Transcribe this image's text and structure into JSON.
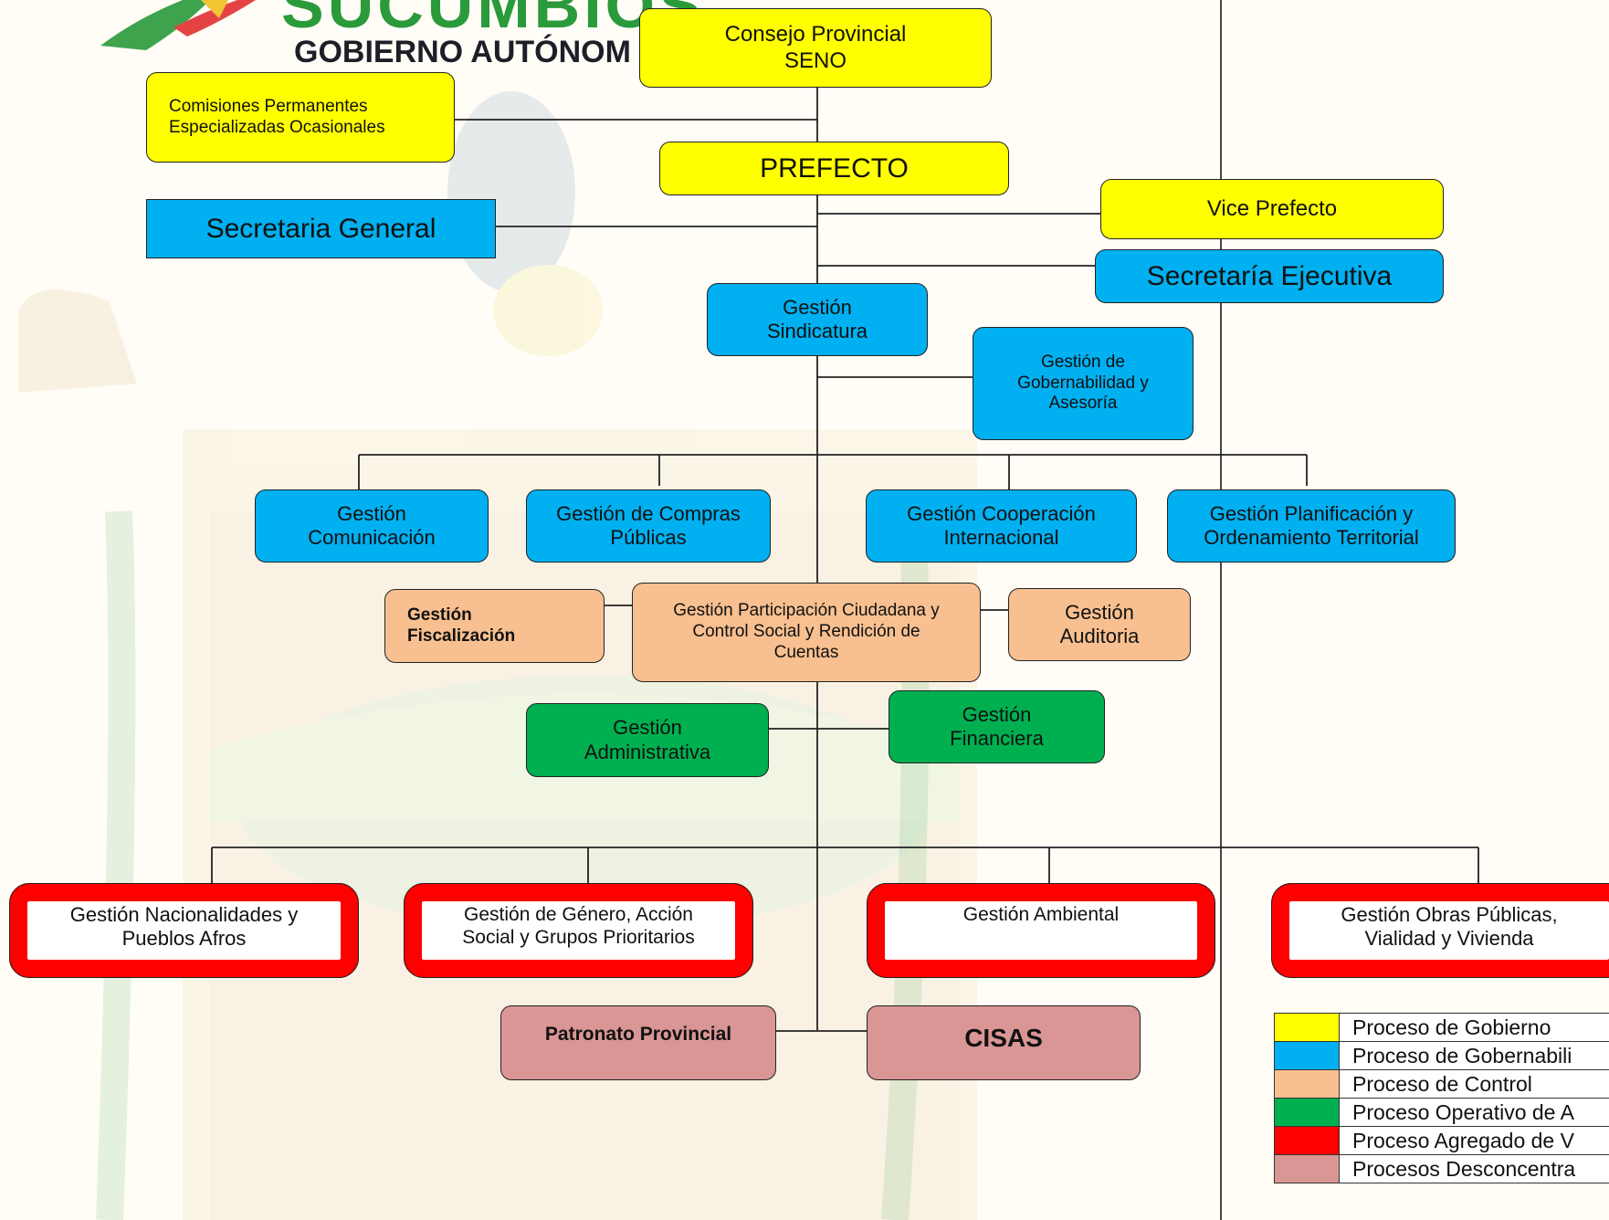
{
  "logo": {
    "name": "SUCUMBÍOS",
    "subtitle": "GOBIERNO AUTÓNOM"
  },
  "colors": {
    "gobierno": "#ffff00",
    "gobernabilidad": "#00b0f0",
    "control": "#f8c090",
    "operativo": "#00b050",
    "agregado": "#ff0000",
    "desconcentrados": "#d99694"
  },
  "nodes": {
    "consejo": [
      "Consejo Provincial",
      "SENO"
    ],
    "comisiones": [
      "Comisiones Permanentes",
      "Especializadas Ocasionales"
    ],
    "prefecto": "PREFECTO",
    "secretaria_general": "Secretaria General",
    "vice_prefecto": "Vice Prefecto",
    "secretaria_ejecutiva": "Secretaría Ejecutiva",
    "sindicatura": [
      "Gestión",
      "Sindicatura"
    ],
    "gobernabilidad": [
      "Gestión de",
      "Gobernabilidad y",
      "Asesoría"
    ],
    "comunicacion": [
      "Gestión",
      "Comunicación"
    ],
    "compras": [
      "Gestión de Compras",
      "Públicas"
    ],
    "cooperacion": [
      "Gestión Cooperación",
      "Internacional"
    ],
    "planificacion": [
      "Gestión Planificación y",
      "Ordenamiento Territorial"
    ],
    "fiscalizacion": [
      "Gestión",
      "Fiscalización"
    ],
    "participacion": [
      "Gestión Participación Ciudadana y",
      "Control Social y Rendición de",
      "Cuentas"
    ],
    "auditoria": [
      "Gestión",
      "Auditoria"
    ],
    "administrativa": [
      "Gestión",
      "Administrativa"
    ],
    "financiera": [
      "Gestión",
      "Financiera"
    ],
    "nacionalidades": [
      "Gestión Nacionalidades y",
      "Pueblos Afros"
    ],
    "genero": [
      "Gestión de Género, Acción",
      "Social y Grupos Prioritarios"
    ],
    "ambiental": "Gestión Ambiental",
    "obras": [
      "Gestión Obras Públicas,",
      "Vialidad y Vivienda"
    ],
    "patronato": "Patronato Provincial",
    "cisas": "CISAS"
  },
  "legend": [
    {
      "color": "#ffff00",
      "label": "Proceso de Gobierno"
    },
    {
      "color": "#00b0f0",
      "label": "Proceso de Gobernabili"
    },
    {
      "color": "#f8c090",
      "label": "Proceso de Control"
    },
    {
      "color": "#00b050",
      "label": "Proceso Operativo de A"
    },
    {
      "color": "#ff0000",
      "label": "Proceso  Agregado de V"
    },
    {
      "color": "#d99694",
      "label": "Procesos Desconcentra"
    }
  ]
}
